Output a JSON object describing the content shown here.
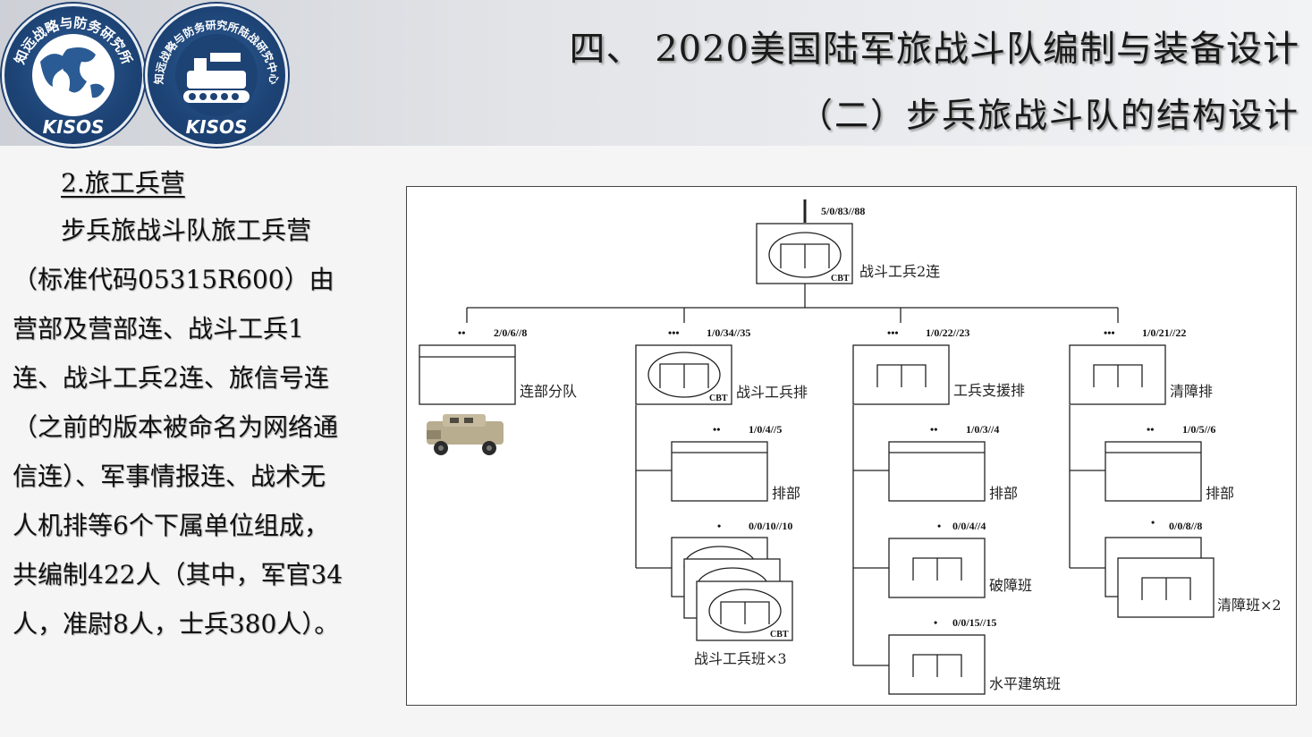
{
  "header": {
    "title": "四、 2020美国陆军旅战斗队编制与装备设计",
    "subtitle": "（二）步兵旅战斗队的结构设计",
    "logo_left": {
      "ring_text": "知远战略与防务研究所",
      "abbrev": "KISOS"
    },
    "logo_right": {
      "ring_text": "知远战略与防务研究所陆战研究中心",
      "abbrev": "KISOS"
    },
    "colors": {
      "logo_blue": "#1d4375"
    }
  },
  "content": {
    "heading": "2.旅工兵营",
    "paragraph": "步兵旅战斗队旅工兵营（标准代码05315R600）由营部及营部连、战斗工兵1连、战斗工兵2连、旅信号连（之前的版本被命名为网络通信连）、军事情报连、战术无人机排等6个下属单位组成，共编制422人（其中，军官34人，准尉8人，士兵380人）。"
  },
  "diagram": {
    "root": {
      "label": "战斗工兵2连",
      "code": "5/0/83//88",
      "tag": "CBT",
      "size_marker": "I"
    },
    "hq": {
      "label": "连部分队",
      "code": "2/0/6//8",
      "size_marker": "••",
      "vehicle_icon": "armored-vehicle-icon"
    },
    "platoons": [
      {
        "label": "战斗工兵排",
        "code": "1/0/34//35",
        "tag": "CBT",
        "size_marker": "•••",
        "children": [
          {
            "label": "排部",
            "code": "1/0/4//5",
            "size_marker": "••"
          },
          {
            "label": "战斗工兵班×3",
            "code": "0/0/10//10",
            "tag": "CBT",
            "size_marker": "•"
          }
        ]
      },
      {
        "label": "工兵支援排",
        "code": "1/0/22//23",
        "size_marker": "•••",
        "children": [
          {
            "label": "排部",
            "code": "1/0/3//4",
            "size_marker": "••"
          },
          {
            "label": "破障班",
            "code": "0/0/4//4",
            "size_marker": "•"
          },
          {
            "label": "水平建筑班",
            "code": "0/0/15//15",
            "size_marker": "•"
          }
        ]
      },
      {
        "label": "清障排",
        "code": "1/0/21//22",
        "size_marker": "•••",
        "children": [
          {
            "label": "排部",
            "code": "1/0/5//6",
            "size_marker": "••"
          },
          {
            "label": "清障班×2",
            "code": "0/0/8//8",
            "size_marker": "•"
          }
        ]
      }
    ]
  }
}
